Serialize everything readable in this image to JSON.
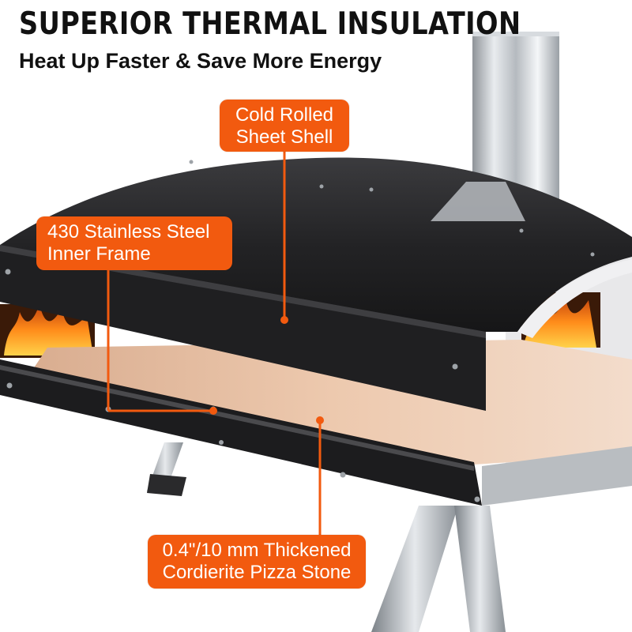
{
  "header": {
    "title": "SUPERIOR THERMAL INSULATION",
    "subtitle": "Heat Up Faster & Save More Energy"
  },
  "callouts": {
    "shell": {
      "line1": "Cold Rolled",
      "line2": "Sheet Shell"
    },
    "frame": {
      "line1": "430 Stainless Steel",
      "line2": "Inner Frame"
    },
    "stone": {
      "line1": "0.4\"/10 mm Thickened",
      "line2": "Cordierite Pizza Stone"
    }
  },
  "colors": {
    "accent": "#f25a0f",
    "oven_body": "#1c1c1e",
    "pizza_stone": "#e9c4a8",
    "chimney": "#c9cdd1",
    "flame": "#ff8c1a"
  }
}
